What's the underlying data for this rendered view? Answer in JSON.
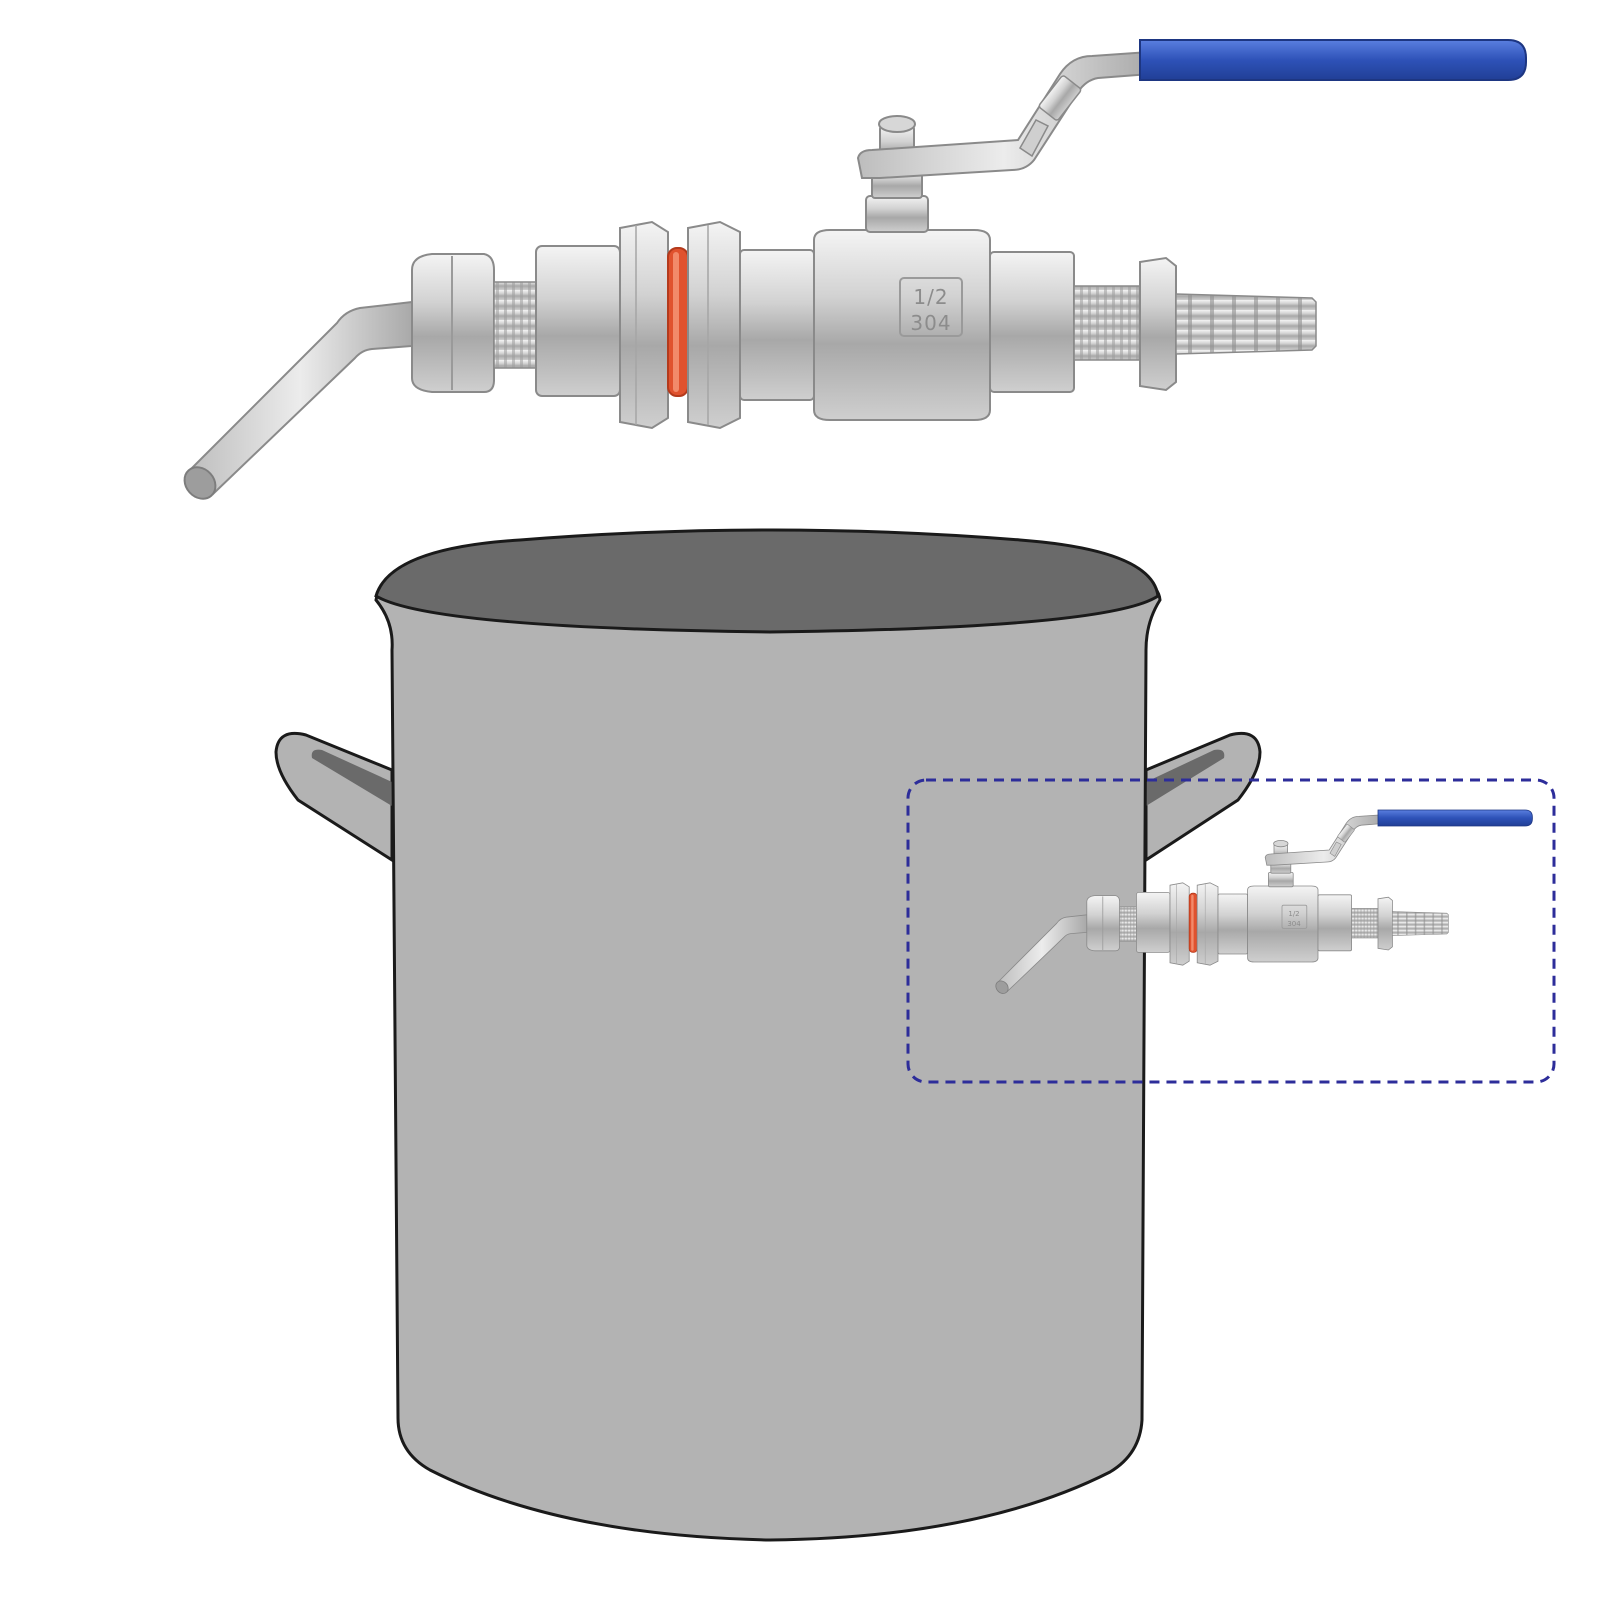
{
  "valve_markings": {
    "size": "1/2",
    "material": "304"
  },
  "colors": {
    "background": "#ffffff",
    "handle_grip": "#2e52b8",
    "o_ring": "#e0522e",
    "steel_light": "#e4e4e4",
    "steel_mid": "#c2c2c2",
    "steel_dark": "#8e8e8e",
    "pot_body": "#b3b3b3",
    "pot_opening": "#6a6a6a",
    "pot_outline": "#1a1a1a",
    "callout_border": "#2d2d9a"
  },
  "icons": {
    "large_part": "ball-valve-icon",
    "container": "kettle-pot-icon",
    "callout": "dashed-callout-box"
  }
}
